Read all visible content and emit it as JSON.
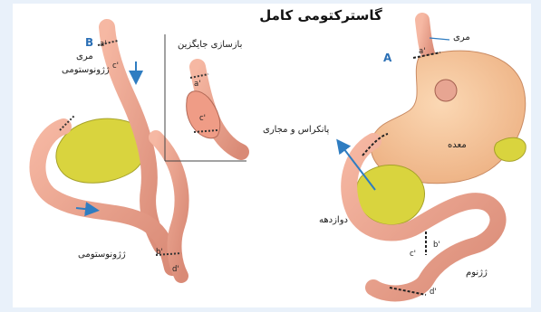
{
  "title": "گاسترکتومی کامل",
  "panel_a": {
    "letter": "A",
    "labels": {
      "esophagus": "مری",
      "stomach": "معده",
      "pancreas_ducts": "پانکراس و مجاری",
      "duodenum": "دوازدهه",
      "jejunum": "ژژنوم"
    },
    "markers": {
      "a": "a'",
      "b": "b'",
      "c": "c'",
      "d": "d'"
    }
  },
  "panel_b": {
    "letter": "B",
    "labels": {
      "esophagus": "مری",
      "esophagojejunostomy": "ژژونوستومی",
      "jejunojejunostomy": "ژژونوستومی"
    },
    "markers": {
      "a": "a'",
      "b": "b'",
      "c": "c'",
      "d": "d'"
    }
  },
  "inset": {
    "title": "بازسازی جایگزین",
    "markers": {
      "a": "a'",
      "c": "c'"
    }
  },
  "colors": {
    "intestine": "#eea48c",
    "intestine_dark": "#c87766",
    "stomach": "#f7c59a",
    "pancreas": "#d9d43e",
    "arrow": "#2f7dc1",
    "background": "#e9f1fa"
  }
}
